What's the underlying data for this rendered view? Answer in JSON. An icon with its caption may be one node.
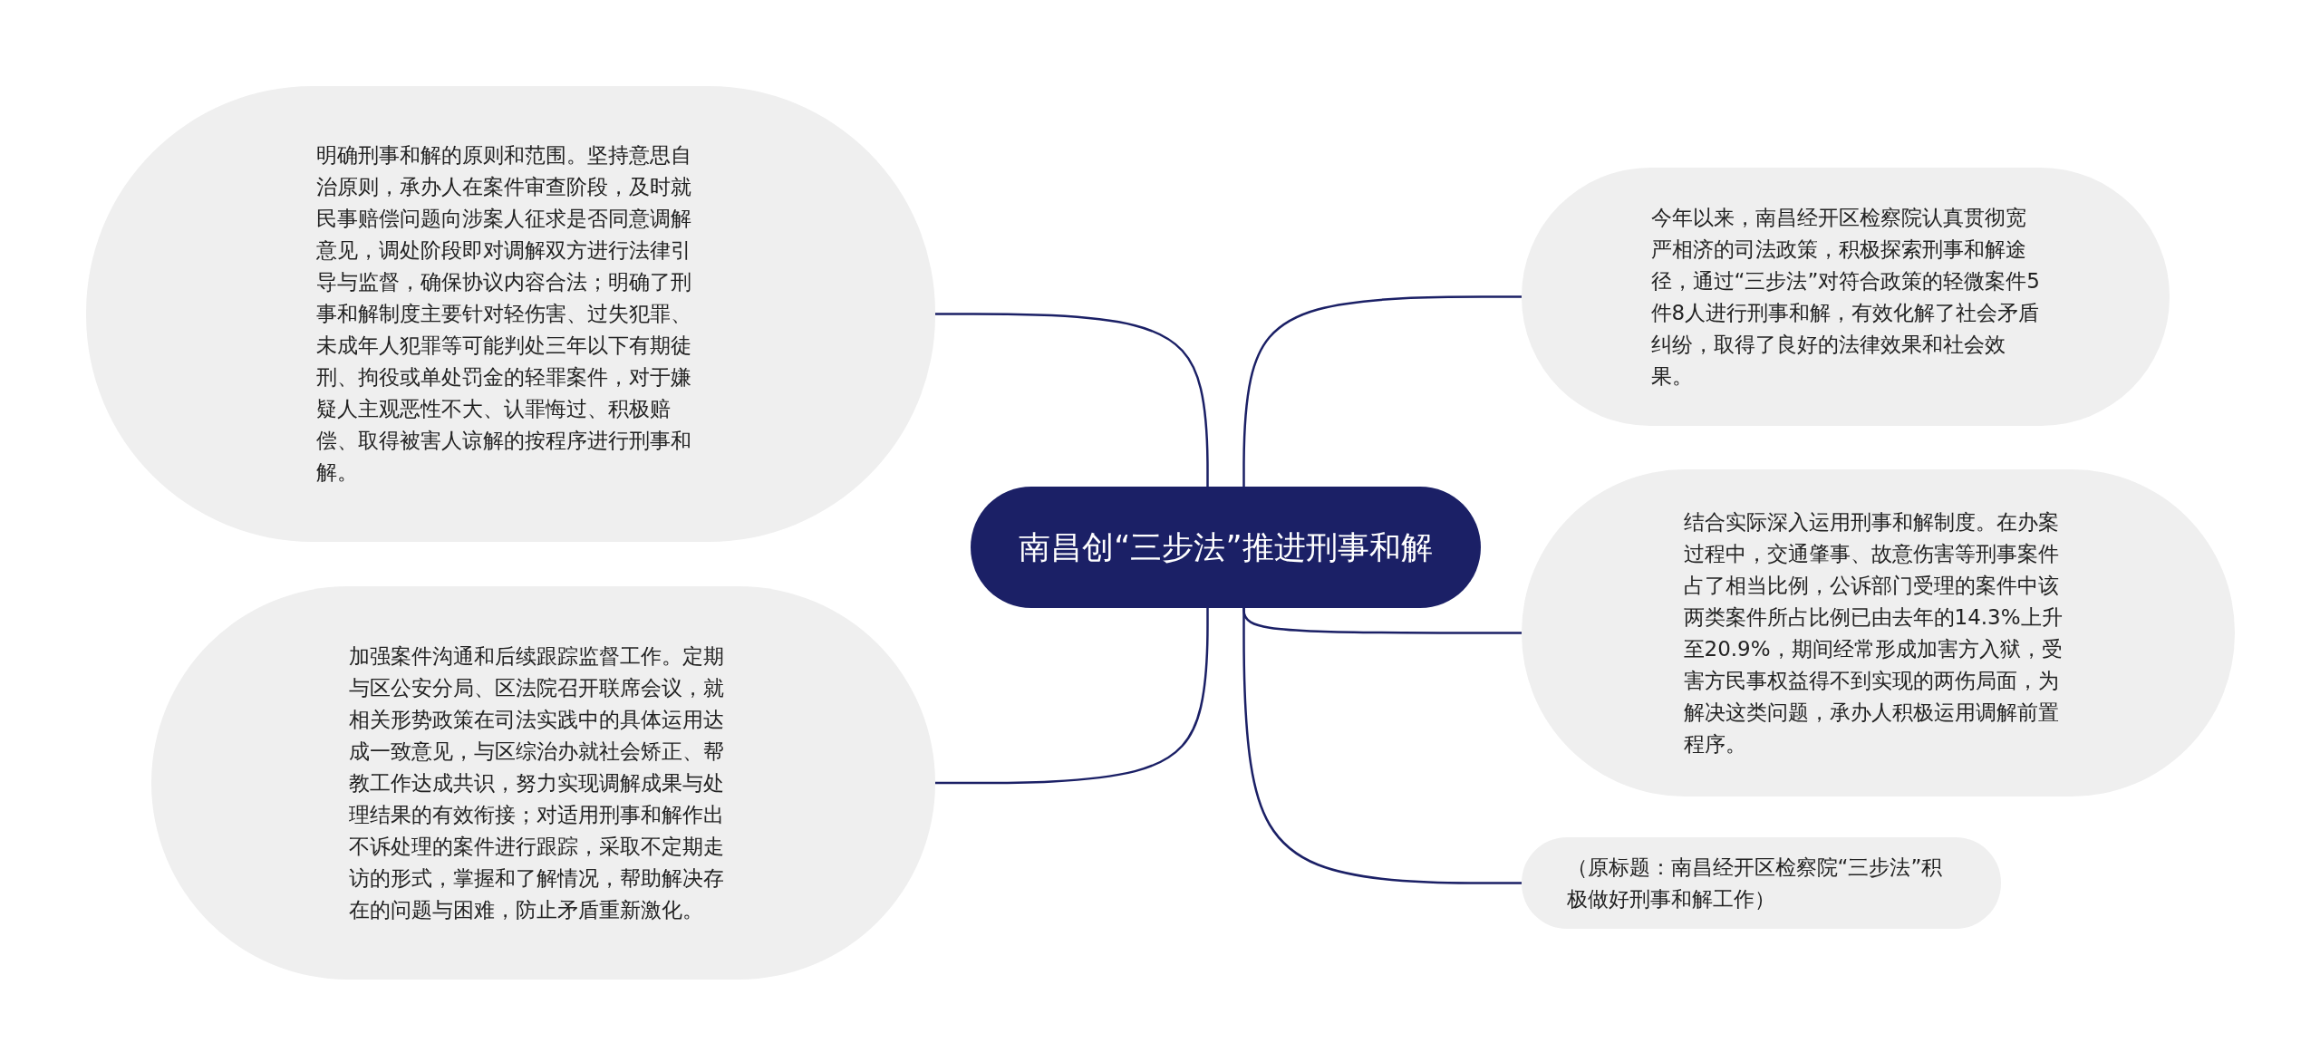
{
  "diagram": {
    "nodes": [
      {
        "text": [
          "南昌创“三步法”推进刑事和解"
        ]
      },
      {
        "text": [
          "明确刑事和解的原则和范围。坚持意思自治原则，承办人在案件审查阶段，及时就民事赔偿问题向涉案人征求是否同意调解意见，调处阶段即对调解双方进行法律引导与监督，确保协议内容合法；明确了刑事和解制度主要针对轻伤害、过失犯罪、未成年人犯罪等可能判处三年以下有期徒刑、拘役或单处罚金的轻罪案件，对于嫌疑人主观恶性不大、认罪悔过、积极赔偿、取得被害人谅解的按程序进行刑事和解。"
        ]
      },
      {
        "text": [
          "加强案件沟通和后续跟踪监督工作。定期与区公安分局、区法院召开联席会议，就相关形势政策在司法实践中的具体运用达成一致意见，与区综治办就社会矫正、帮教工作达成共识，努力实现调解成果与处理结果的有效衔接；对适用刑事和解作出不诉处理的案件进行跟踪，采取不定期走访的形式，掌握和了解情况，帮助解决存在的问题与困难，防止矛盾重新激化。"
        ]
      },
      {
        "text": [
          "今年以来，南昌经开区检察院认真贯彻宽严相济的司法政策，积极探索刑事和解途径，通过“三步法”对符合政策的轻微案件5件8人进行刑事和解，有效化解了社会矛盾纠纷，取得了良好的法律效果和社会效果。"
        ]
      },
      {
        "text": [
          "结合实际深入运用刑事和解制度。在办案过程中，交通肇事、故意伤害等刑事案件占了相当比例，公诉部门受理的案件中该两类案件所占比例已由去年的14.3%上升至20.9%，期间经常形成加害方入狱，受害方民事权益得不到实现的两伤局面，为解决这类问题，承办人积极运用调解前置程序。"
        ]
      },
      {
        "text": [
          "（原标题：南昌经开区检察院“三步法”积极做好刑事和解工作）"
        ]
      }
    ],
    "edges": [
      {
        "from": 0,
        "to": 1,
        "arrow": "none"
      },
      {
        "from": 0,
        "to": 2,
        "arrow": "none"
      },
      {
        "from": 0,
        "to": 3,
        "arrow": "none"
      },
      {
        "from": 0,
        "to": 4,
        "arrow": "none"
      },
      {
        "from": 0,
        "to": 5,
        "arrow": "none"
      }
    ]
  }
}
